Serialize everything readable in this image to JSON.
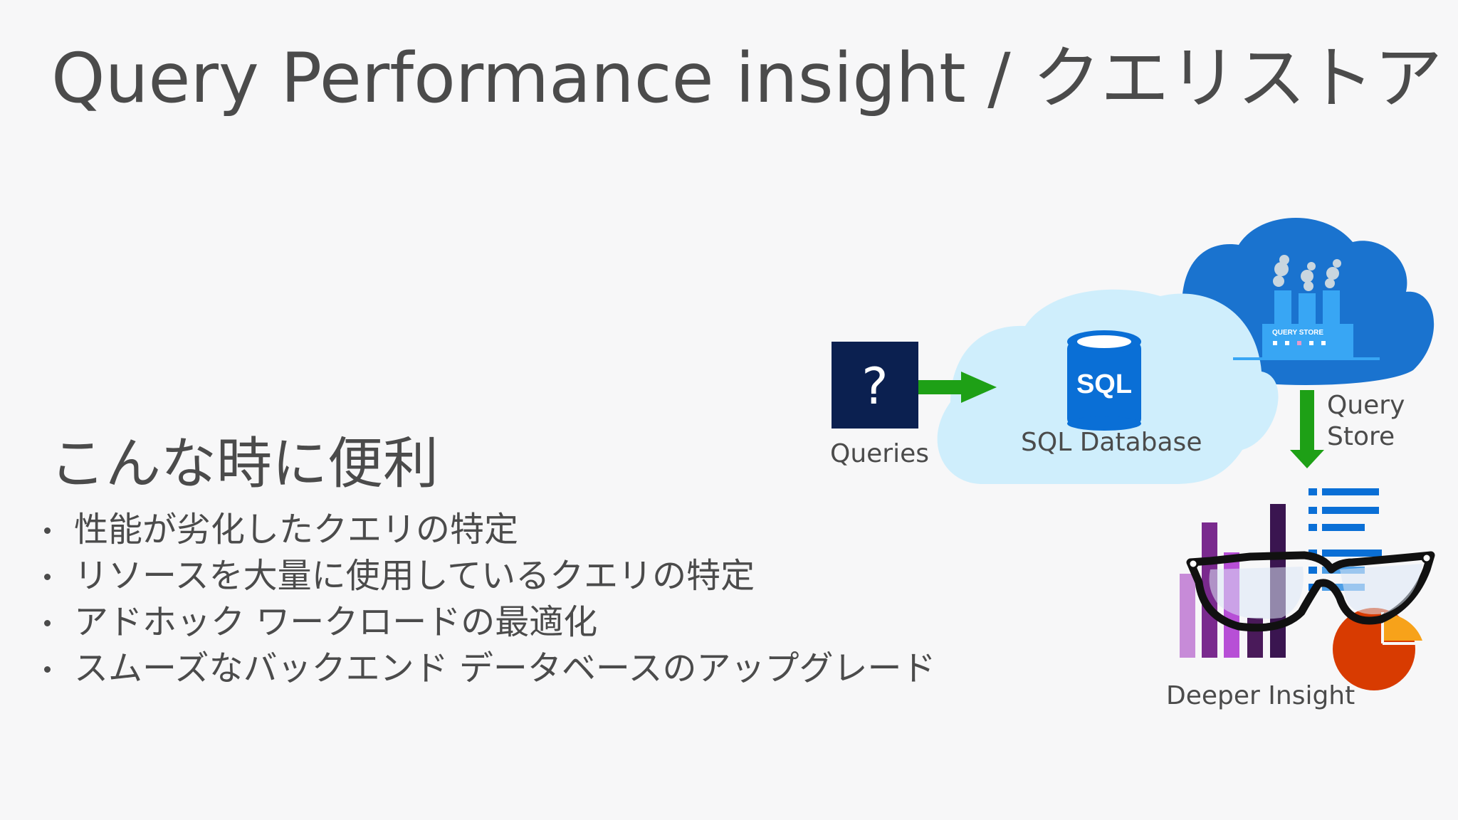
{
  "slide": {
    "title": "Query Performance insight / クエリストア",
    "subheading": "こんな時に便利",
    "bullets": [
      "性能が劣化したクエリの特定",
      "リソースを大量に使用しているクエリの特定",
      "アドホック ワークロードの最適化",
      "スムーズなバックエンド データベースのアップグレード"
    ]
  },
  "diagram": {
    "queries_label": "Queries",
    "queries_icon_glyph": "?",
    "sql_database_label": "SQL Database",
    "sql_icon_text": "SQL",
    "query_store_label_line1": "Query",
    "query_store_label_line2": "Store",
    "query_store_building_text": "QUERY STORE",
    "deeper_insight_label": "Deeper Insight",
    "icons": [
      "question-icon",
      "sql-database-icon",
      "query-store-factory-icon",
      "chart-insight-icon",
      "glasses-icon"
    ],
    "colors": {
      "background": "#f7f7f8",
      "text": "#4b4b4b",
      "queries_box": "#0b2050",
      "arrow_green": "#1ea016",
      "light_cloud": "#cfeefc",
      "dark_cloud": "#1a73cf",
      "sql_cylinder": "#0a6fd6",
      "pie_red": "#d83b01",
      "pie_orange": "#f7a21a"
    }
  }
}
